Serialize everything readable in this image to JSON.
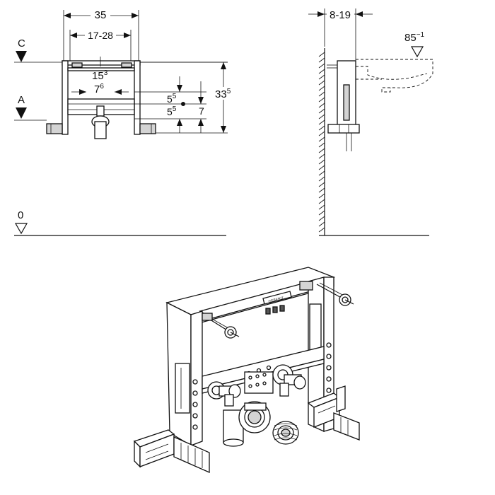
{
  "front_view": {
    "width_outer": "35",
    "width_inner": "17-28",
    "pipe_spacing_main": "15",
    "pipe_spacing_main_sup": "3",
    "pipe_spacing_sub": "7",
    "pipe_spacing_sub_sup": "6",
    "offset_upper_main": "5",
    "offset_upper_sup": "5",
    "offset_lower_main": "5",
    "offset_lower_sup": "5",
    "offset_total": "7",
    "height_main": "33",
    "height_sup": "5",
    "level_c": "C",
    "level_a": "A",
    "level_zero": "0"
  },
  "side_view": {
    "depth_range": "8-19",
    "basin_height_main": "85",
    "basin_height_sup": "−1"
  },
  "product_view": {
    "brand_mark": "GEBERIT"
  }
}
